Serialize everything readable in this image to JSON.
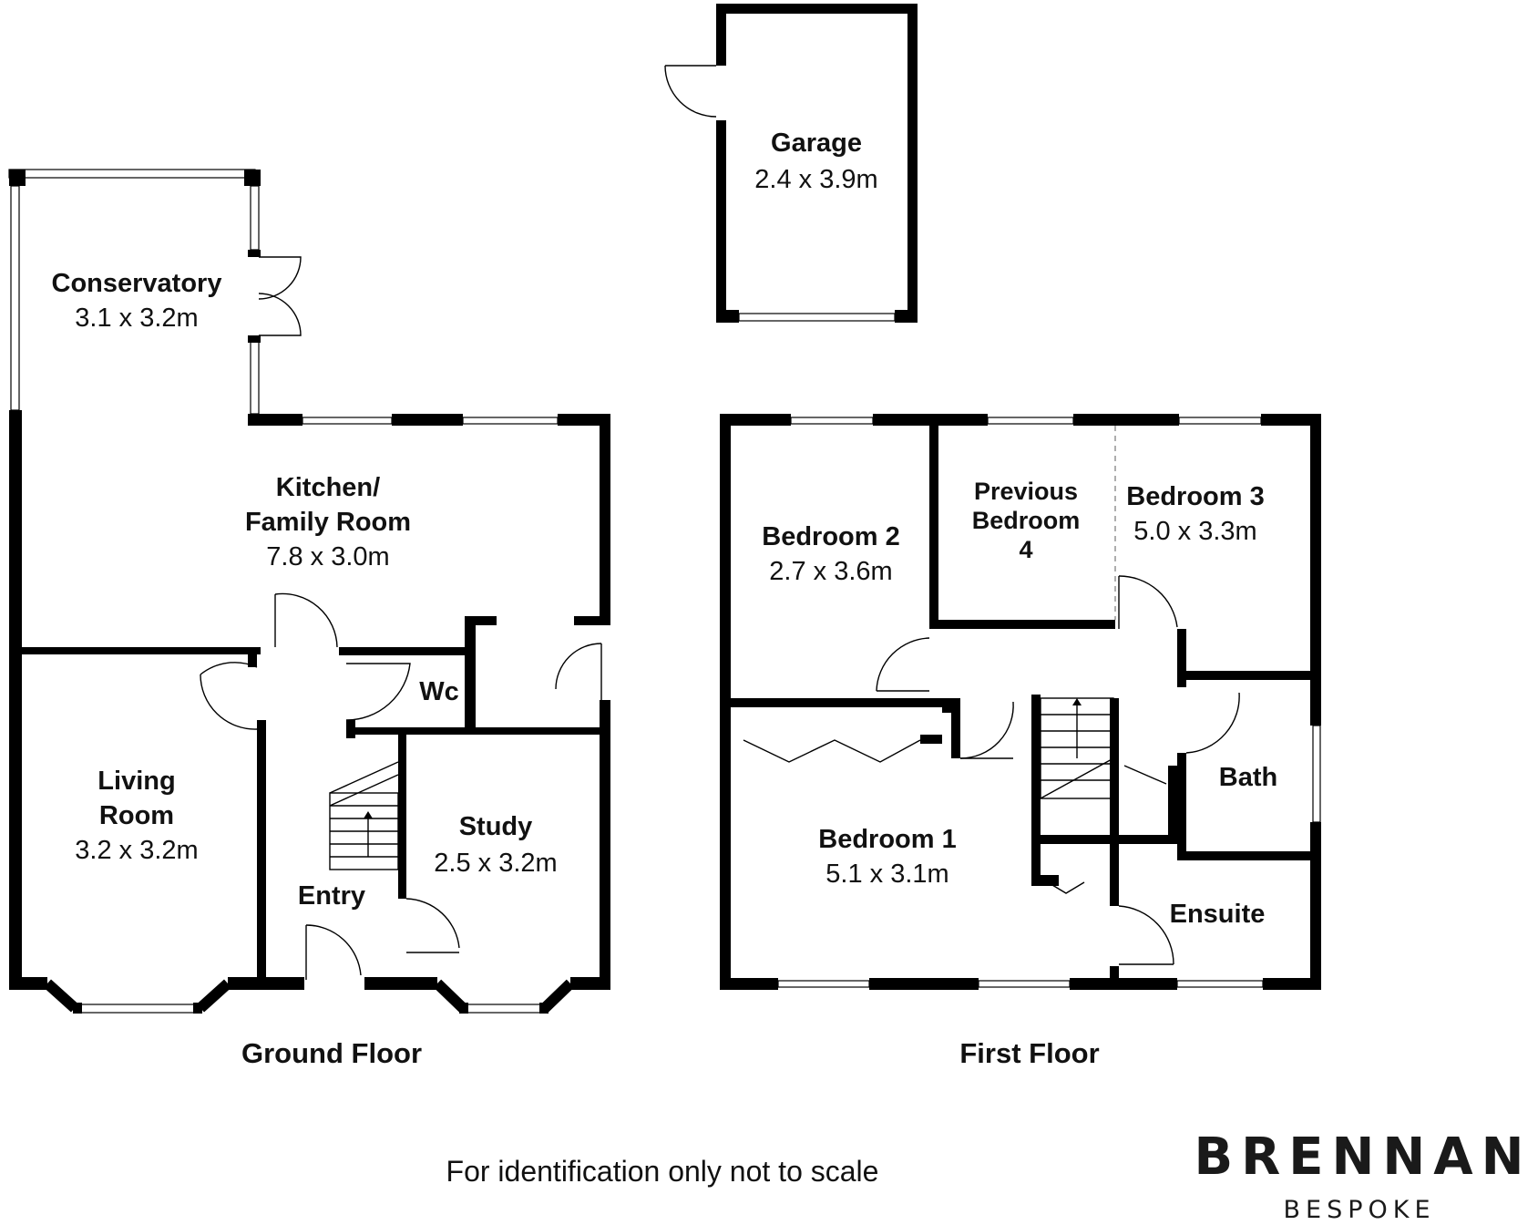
{
  "rooms": {
    "garage": {
      "name": "Garage",
      "size": "2.4 x 3.9m"
    },
    "conservatory": {
      "name": "Conservatory",
      "size": "3.1 x 3.2m"
    },
    "kitchen": {
      "name_line1": "Kitchen/",
      "name_line2": "Family Room",
      "size": "7.8 x 3.0m"
    },
    "wc": {
      "name": "Wc"
    },
    "living": {
      "name_line1": "Living",
      "name_line2": "Room",
      "size": "3.2 x 3.2m"
    },
    "study": {
      "name": "Study",
      "size": "2.5 x 3.2m"
    },
    "entry": {
      "name": "Entry"
    },
    "bedroom2": {
      "name": "Bedroom 2",
      "size": "2.7 x 3.6m"
    },
    "prev_bedroom4": {
      "line1": "Previous",
      "line2": "Bedroom",
      "line3": "4"
    },
    "bedroom3": {
      "name": "Bedroom 3",
      "size": "5.0 x 3.3m"
    },
    "bath": {
      "name": "Bath"
    },
    "bedroom1": {
      "name": "Bedroom 1",
      "size": "5.1 x 3.1m"
    },
    "ensuite": {
      "name": "Ensuite"
    }
  },
  "floors": {
    "ground": "Ground Floor",
    "first": "First Floor"
  },
  "footer": {
    "disclaimer": "For identification only not to scale"
  },
  "brand": {
    "name": "BRENNAN",
    "sub": "BESPOKE"
  }
}
